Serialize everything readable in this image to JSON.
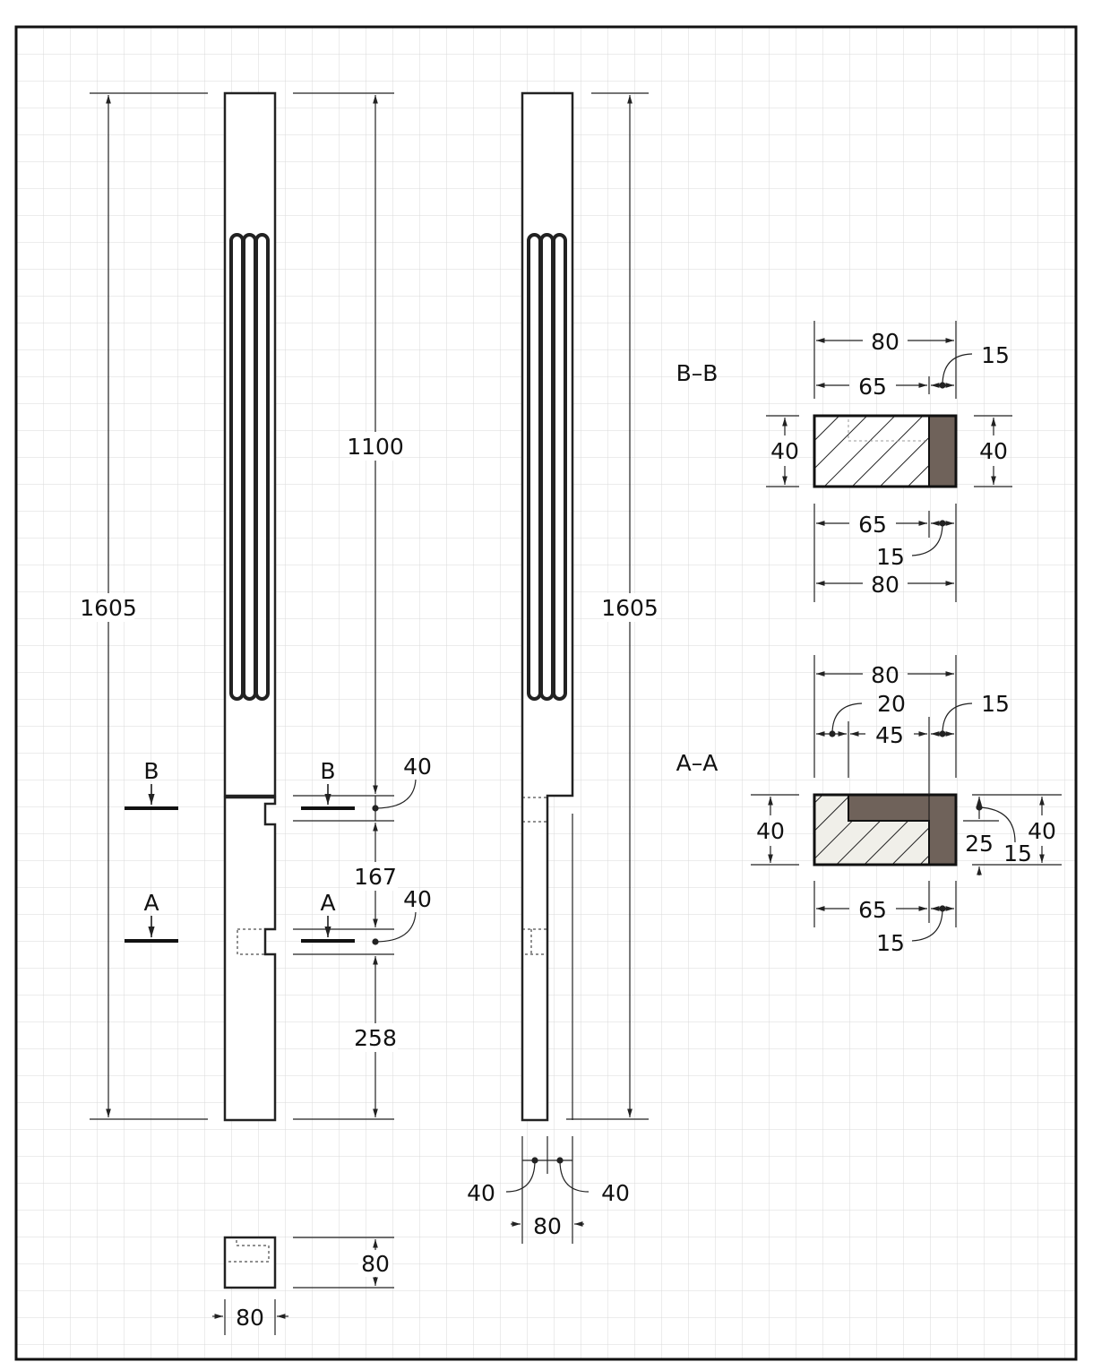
{
  "colors": {
    "grid": "#dadada",
    "border": "#111111",
    "line": "#222222",
    "wood_dark": "#6f625a",
    "wood_light": "#f0efe9"
  },
  "front_view": {
    "total_height": "1605",
    "flute_to_top": "1100",
    "groove_b_width": "40",
    "between_grooves": "167",
    "groove_a_width": "40",
    "bottom_to_groove_a": "258",
    "section_b_letter": "B",
    "section_a_letter": "A"
  },
  "side_view": {
    "total_height": "1605",
    "left_offset": "40",
    "right_offset": "40",
    "width": "80"
  },
  "plan_view": {
    "depth": "80",
    "width": "80"
  },
  "section_bb": {
    "label": "B–B",
    "top_overall": "80",
    "top_main": "65",
    "top_edge": "15",
    "left_height": "40",
    "right_height": "40",
    "bottom_main": "65",
    "bottom_edge": "15",
    "bottom_overall": "80"
  },
  "section_aa": {
    "label": "A–A",
    "top_overall": "80",
    "notch_width": "20",
    "middle": "45",
    "top_edge": "15",
    "left_height": "40",
    "groove_depth": "25",
    "groove_edge": "15",
    "right_height": "40",
    "bottom_main": "65",
    "bottom_edge": "15"
  }
}
